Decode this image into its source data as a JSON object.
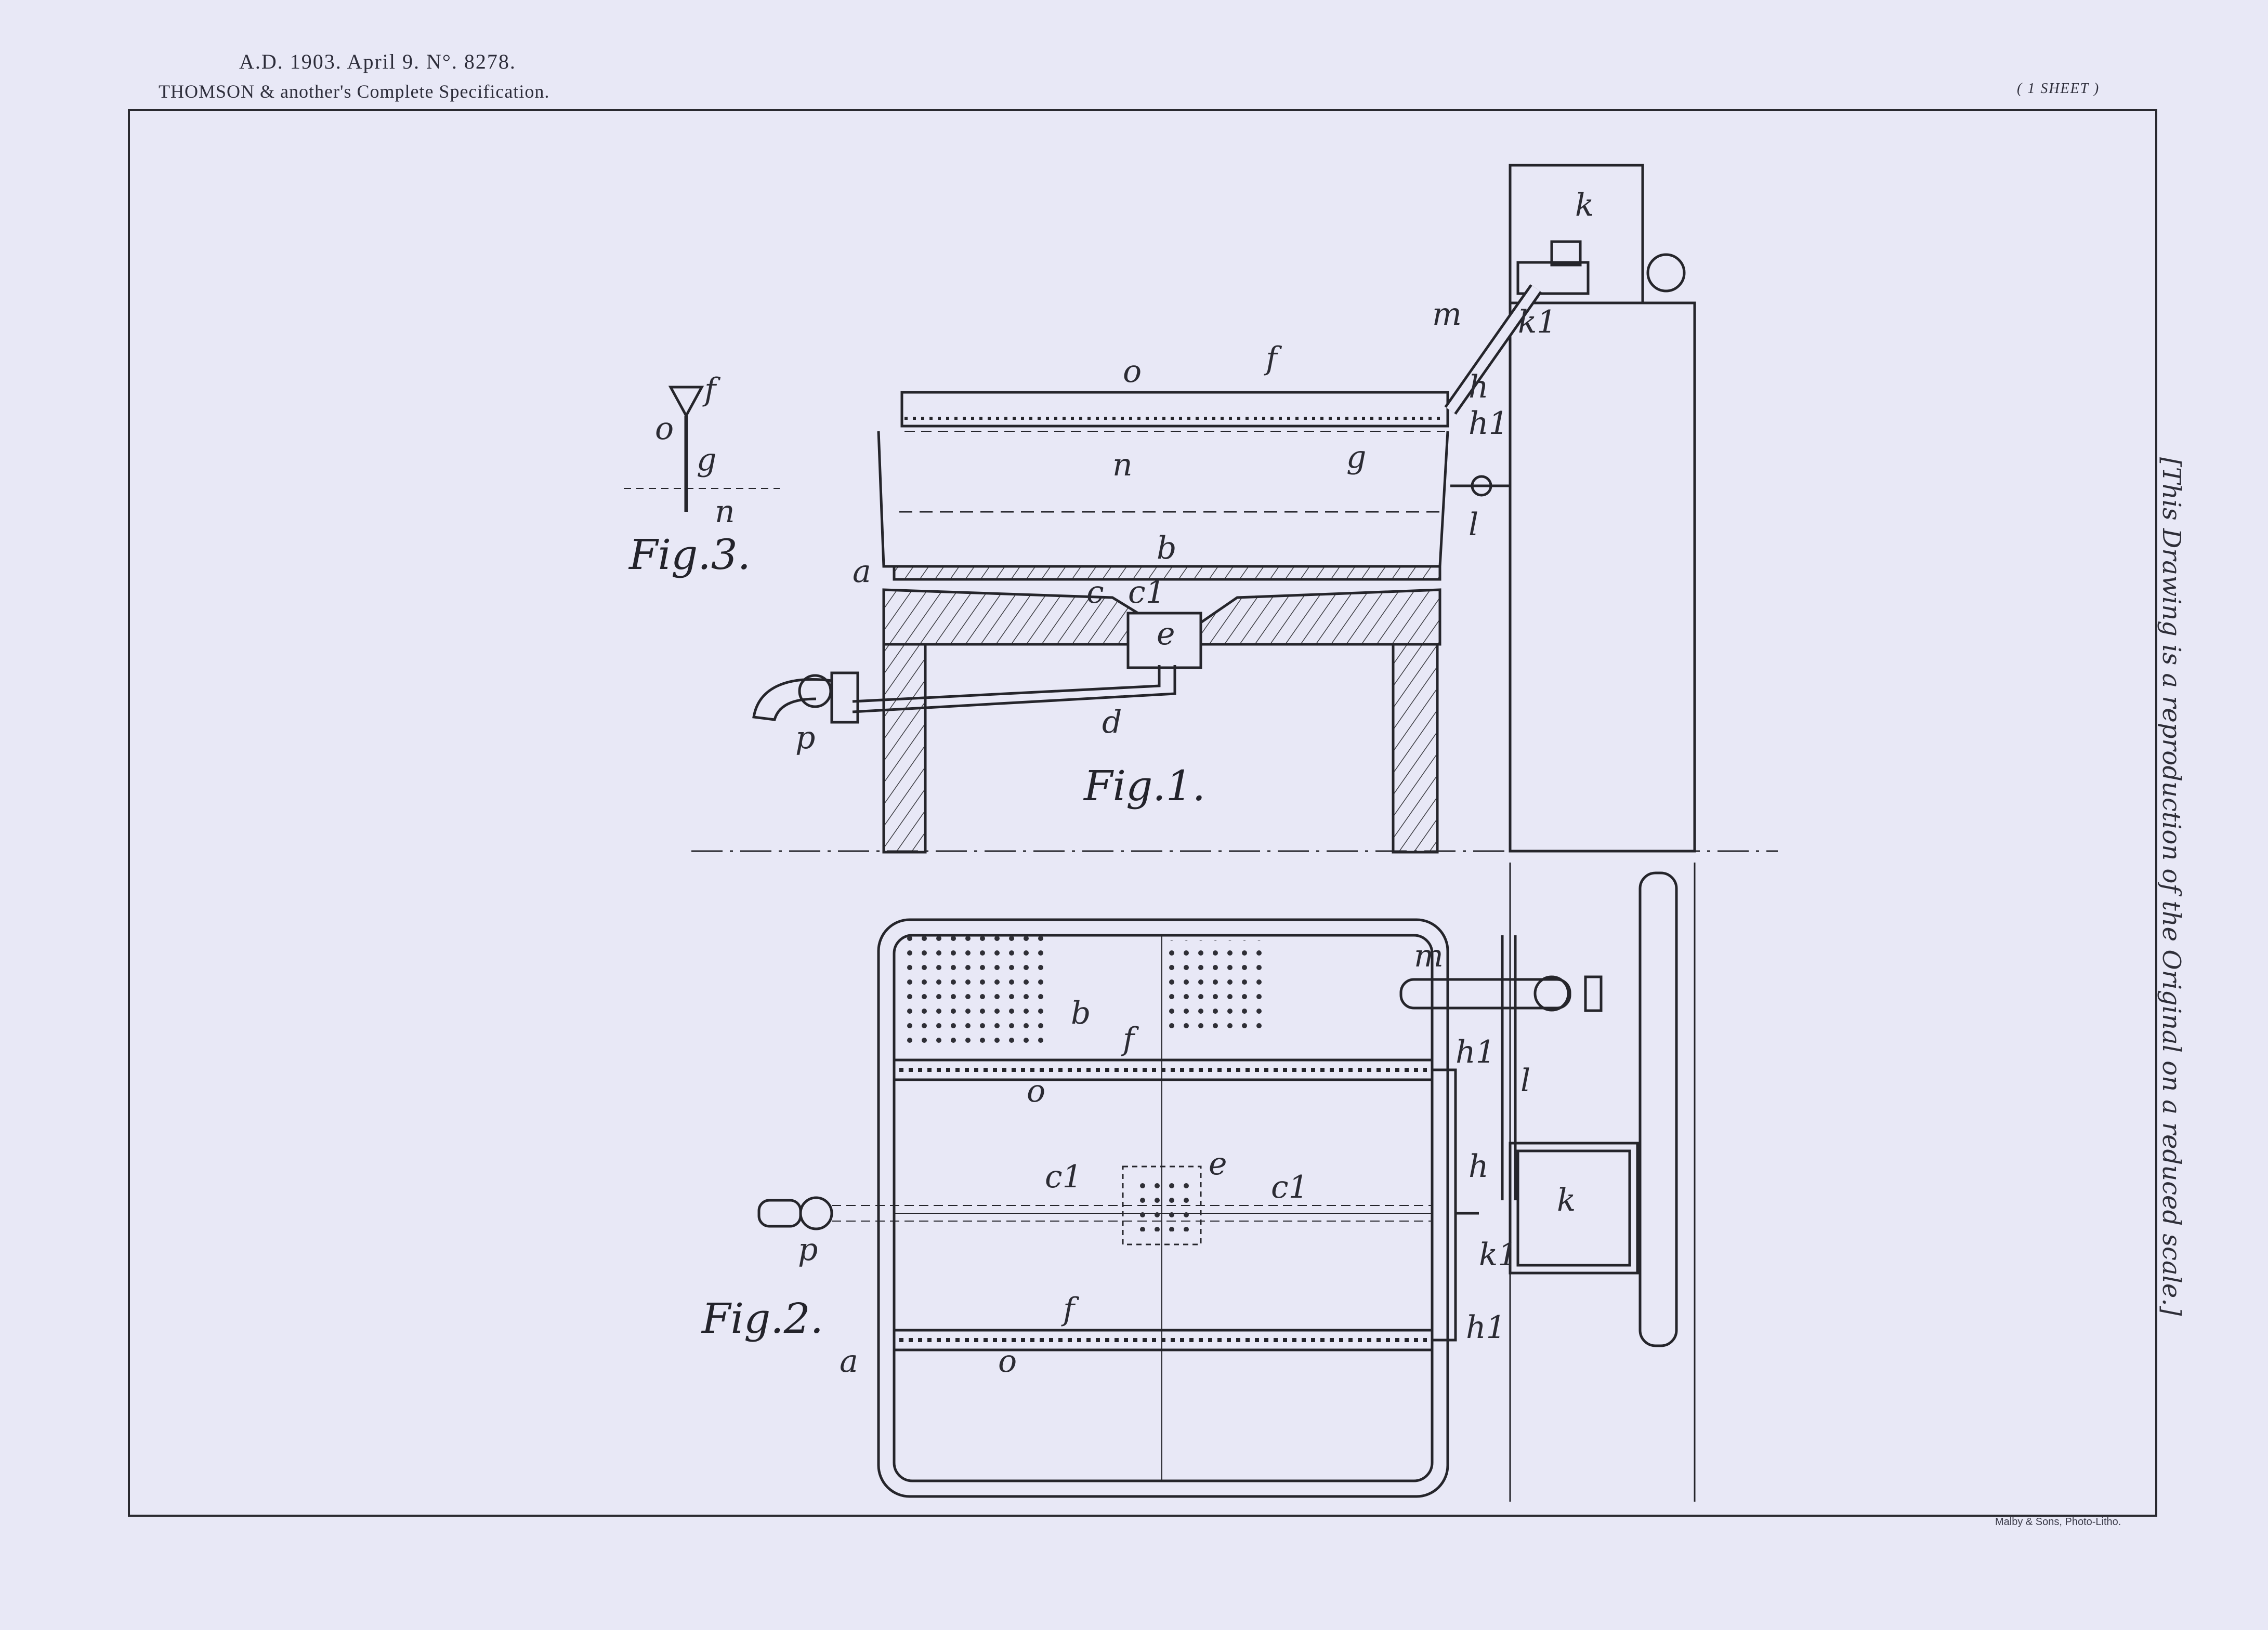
{
  "header": {
    "line1": "A.D. 1903. April 9. N°. 8278.",
    "line2": "THOMSON & another's Complete Specification.",
    "sheet": "( 1 SHEET )"
  },
  "side_note": "[This Drawing is a reproduction of the Original on a reduced scale.]",
  "printer": "Malby & Sons, Photo-Litho.",
  "figures": {
    "fig1": "Fig.1.",
    "fig2": "Fig.2.",
    "fig3": "Fig.3."
  },
  "labels": {
    "k": "k",
    "k1": "k1",
    "m": "m",
    "h": "h",
    "h1": "h1",
    "l": "l",
    "o": "o",
    "f": "f",
    "n": "n",
    "g": "g",
    "a": "a",
    "b": "b",
    "c": "c",
    "c1": "c1",
    "e": "e",
    "d": "d",
    "p": "p"
  }
}
